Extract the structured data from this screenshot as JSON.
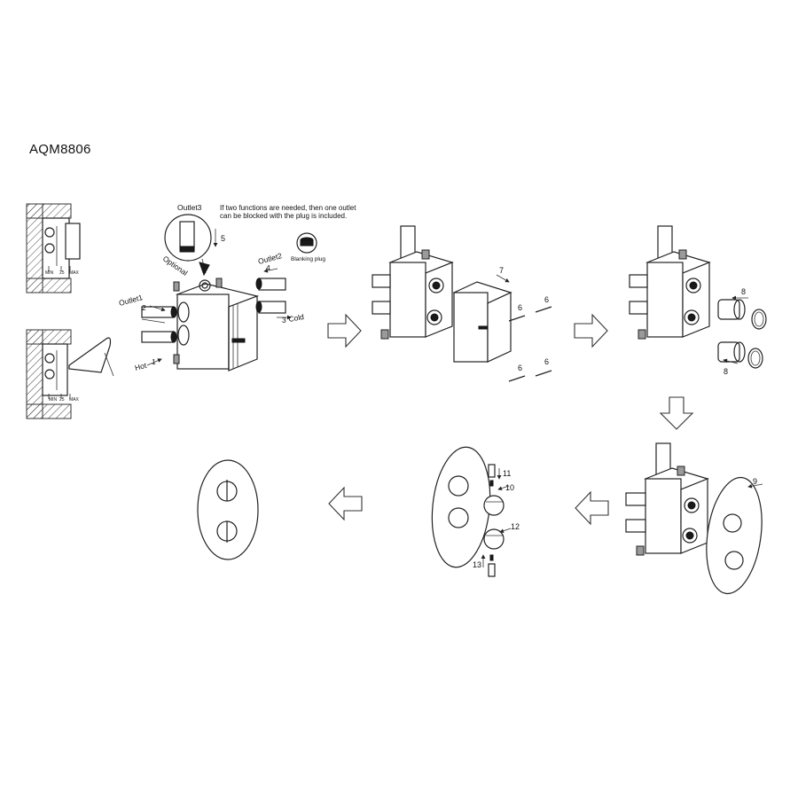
{
  "document": {
    "model": "AQM8806"
  },
  "labels": {
    "outlet1": "Outlet1",
    "outlet2": "Outlet2",
    "outlet3": "Outlet3",
    "optional": "Optional",
    "hot": "Hot",
    "cold": "Cold",
    "blanking_plug": "Blanking plug",
    "note_line1": "If two functions are needed, then one outlet",
    "note_line2": "can be blocked with the plug is included.",
    "depth_min": "MIN",
    "depth_mid": "25",
    "depth_max": "MAX"
  },
  "steps": {
    "s1": "1",
    "s2": "2",
    "s3": "3",
    "s4": "4",
    "s5": "5",
    "s6": "6",
    "s7": "7",
    "s8": "8",
    "s9": "9",
    "s10": "10",
    "s11": "11",
    "s12": "12",
    "s13": "13"
  }
}
